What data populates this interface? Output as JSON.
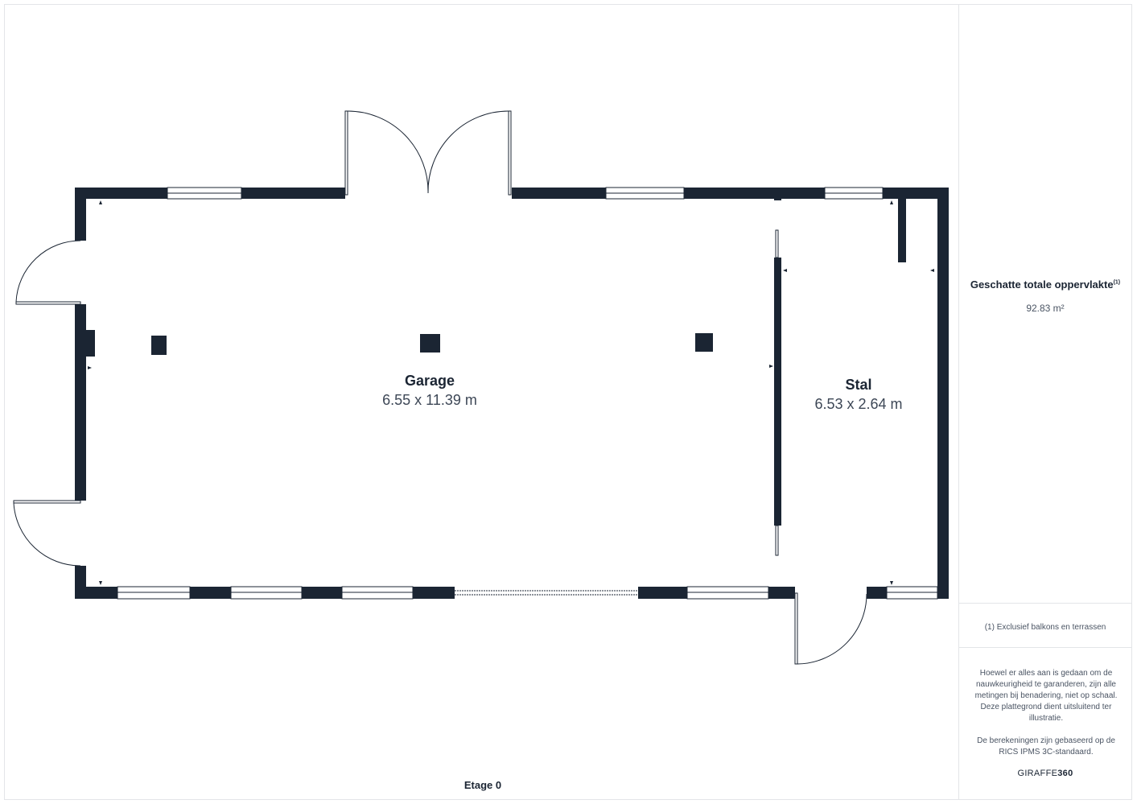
{
  "rooms": {
    "garage": {
      "name": "Garage",
      "dimensions": "6.55 x 11.39 m"
    },
    "stal": {
      "name": "Stal",
      "dimensions": "6.53 x 2.64 m"
    }
  },
  "floor_label": "Etage 0",
  "panel": {
    "area_title": "Geschatte totale oppervlakte",
    "area_footnote_mark": "(1)",
    "area_value": "92.83 m²",
    "footnote": "(1) Exclusief balkons en terrassen",
    "disclaimer_1": "Hoewel er alles aan is gedaan om de nauwkeurigheid te garanderen, zijn alle metingen bij benadering, niet op schaal. Deze plattegrond dient uitsluitend ter illustratie.",
    "disclaimer_2": "De berekeningen zijn gebaseerd op de RICS IPMS 3C-standaard.",
    "brand_prefix": "GIRAFFE",
    "brand_suffix": "360"
  },
  "colors": {
    "wall": "#1b2533",
    "line": "#1b2533",
    "border": "#e3e5e8"
  }
}
